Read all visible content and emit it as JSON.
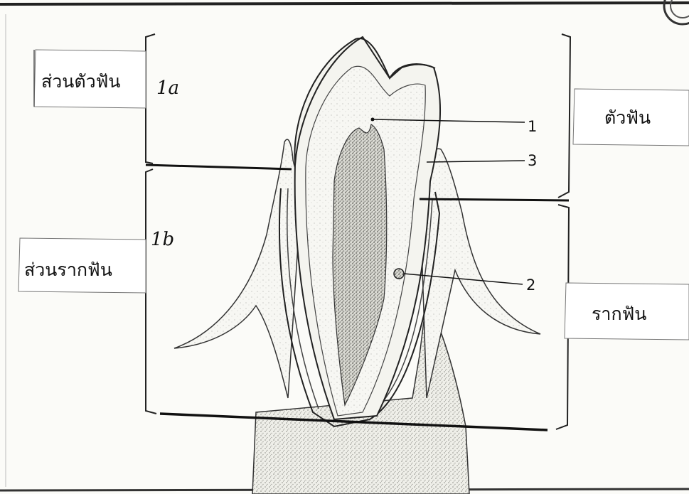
{
  "labels": {
    "crown_portion": "ส่วนตัวฟัน",
    "root_portion": "ส่วนรากฟัน",
    "crown": "ตัวฟัน",
    "root": "รากฟัน"
  },
  "handwritten": {
    "crown_marker": "1a",
    "root_marker": "1b"
  },
  "callouts": [
    "1",
    "3",
    "2"
  ]
}
